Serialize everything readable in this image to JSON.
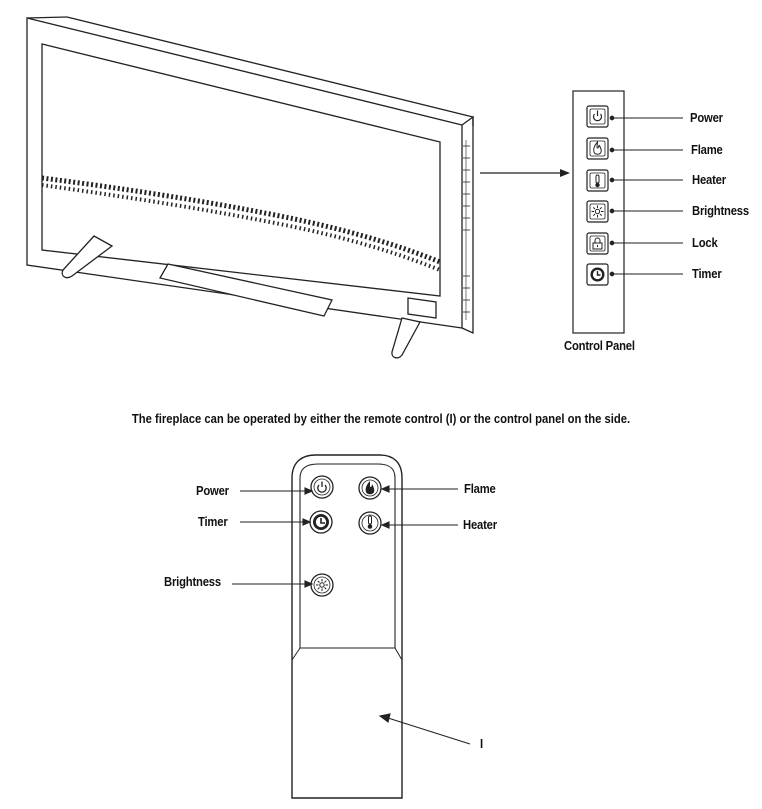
{
  "control_panel": {
    "title": "Control Panel",
    "buttons": [
      {
        "label": "Power",
        "icon": "power-icon"
      },
      {
        "label": "Flame",
        "icon": "flame-icon"
      },
      {
        "label": "Heater",
        "icon": "thermometer-icon"
      },
      {
        "label": "Brightness",
        "icon": "brightness-icon"
      },
      {
        "label": "Lock",
        "icon": "lock-icon"
      },
      {
        "label": "Timer",
        "icon": "timer-icon"
      }
    ]
  },
  "caption": "The fireplace can be operated by either the remote control (I) or the control panel on the side.",
  "remote": {
    "buttons": {
      "power": "Power",
      "timer": "Timer",
      "brightness": "Brightness",
      "flame": "Flame",
      "heater": "Heater"
    },
    "callout": "I"
  }
}
